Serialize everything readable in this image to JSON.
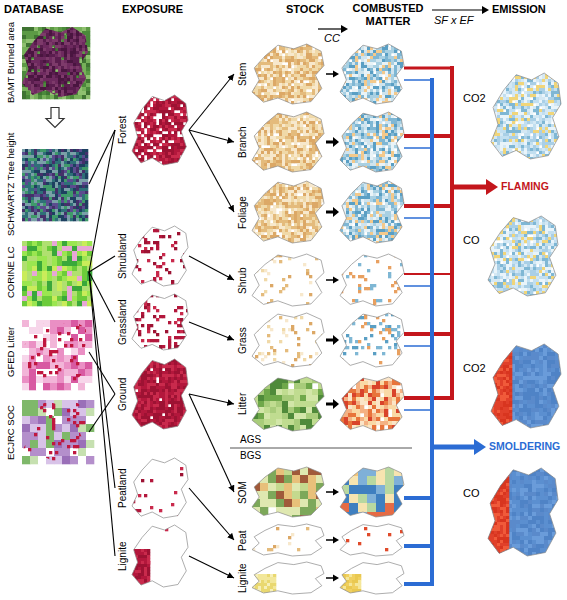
{
  "diagram": {
    "nodes": [
      {
        "text": [
          "BAMT Burned area"
        ]
      },
      {
        "text": [
          "SCHWARTZ Tree height"
        ]
      },
      {
        "text": [
          "CORINE LC"
        ]
      },
      {
        "text": [
          "GFED Litter"
        ]
      },
      {
        "text": [
          "ECJRC SOC"
        ]
      },
      {
        "text": [
          "Forest"
        ]
      },
      {
        "text": [
          "Shrubland"
        ]
      },
      {
        "text": [
          "Grassland"
        ]
      },
      {
        "text": [
          "Ground"
        ]
      },
      {
        "text": [
          "Peatland"
        ]
      },
      {
        "text": [
          "Lignite"
        ]
      },
      {
        "text": [
          "Stem"
        ]
      },
      {
        "text": [
          "Branch"
        ]
      },
      {
        "text": [
          "Foliage"
        ]
      },
      {
        "text": [
          "Shrub"
        ]
      },
      {
        "text": [
          "Grass"
        ]
      },
      {
        "text": [
          "Litter"
        ]
      },
      {
        "text": [
          "SOM"
        ]
      },
      {
        "text": [
          "Peat"
        ]
      },
      {
        "text": [
          "Lignite"
        ]
      },
      {
        "text": [
          "CO2"
        ]
      },
      {
        "text": [
          "CO"
        ]
      },
      {
        "text": [
          "CO2"
        ]
      },
      {
        "text": [
          "CO"
        ]
      }
    ],
    "edges": [
      {
        "from": 0,
        "to": 1,
        "arrow": "to"
      },
      {
        "from": 1,
        "to": 5,
        "arrow": "none"
      },
      {
        "from": 2,
        "to": 5,
        "arrow": "none"
      },
      {
        "from": 2,
        "to": 6,
        "arrow": "none"
      },
      {
        "from": 2,
        "to": 7,
        "arrow": "none"
      },
      {
        "from": 2,
        "to": 9,
        "arrow": "none"
      },
      {
        "from": 2,
        "to": 10,
        "arrow": "none"
      },
      {
        "from": 3,
        "to": 8,
        "arrow": "none"
      },
      {
        "from": 4,
        "to": 8,
        "arrow": "none"
      },
      {
        "from": 5,
        "to": 11,
        "arrow": "to"
      },
      {
        "from": 5,
        "to": 12,
        "arrow": "to"
      },
      {
        "from": 5,
        "to": 13,
        "arrow": "to"
      },
      {
        "from": 6,
        "to": 14,
        "arrow": "to"
      },
      {
        "from": 7,
        "to": 15,
        "arrow": "to"
      },
      {
        "from": 8,
        "to": 16,
        "arrow": "to"
      },
      {
        "from": 8,
        "to": 17,
        "arrow": "to"
      },
      {
        "from": 9,
        "to": 18,
        "arrow": "to"
      },
      {
        "from": 10,
        "to": 19,
        "arrow": "to"
      }
    ],
    "labels": [
      "DATABASE",
      "EXPOSURE",
      "STOCK",
      "COMBUSTED MATTER",
      "EMISSION",
      "CC",
      "SF x EF",
      "AGS",
      "BGS",
      "FLAMING",
      "SMOLDERING"
    ]
  }
}
